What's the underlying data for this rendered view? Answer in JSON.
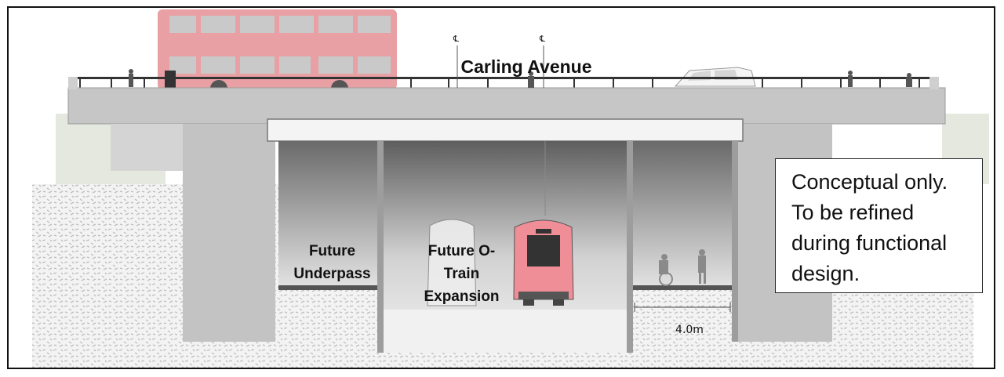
{
  "diagram": {
    "road_label": "Carling Avenue",
    "centerline_symbol": "℄",
    "underpass_label_line1": "Future",
    "underpass_label_line2": "Underpass",
    "otrain_label_line1": "Future O-",
    "otrain_label_line2": "Train",
    "otrain_label_line3": "Expansion",
    "note_line1": "Conceptual only.",
    "note_line2": "To be refined",
    "note_line3": "during functional",
    "note_line4": "design.",
    "dimension_label": "4.0m"
  },
  "colors": {
    "concrete": "#c6c6c6",
    "concrete_dark": "#a9a9a9",
    "bus_pink": "#e9a0a4",
    "train_pink": "#ef8e96",
    "interior": "#d8d8d8"
  }
}
